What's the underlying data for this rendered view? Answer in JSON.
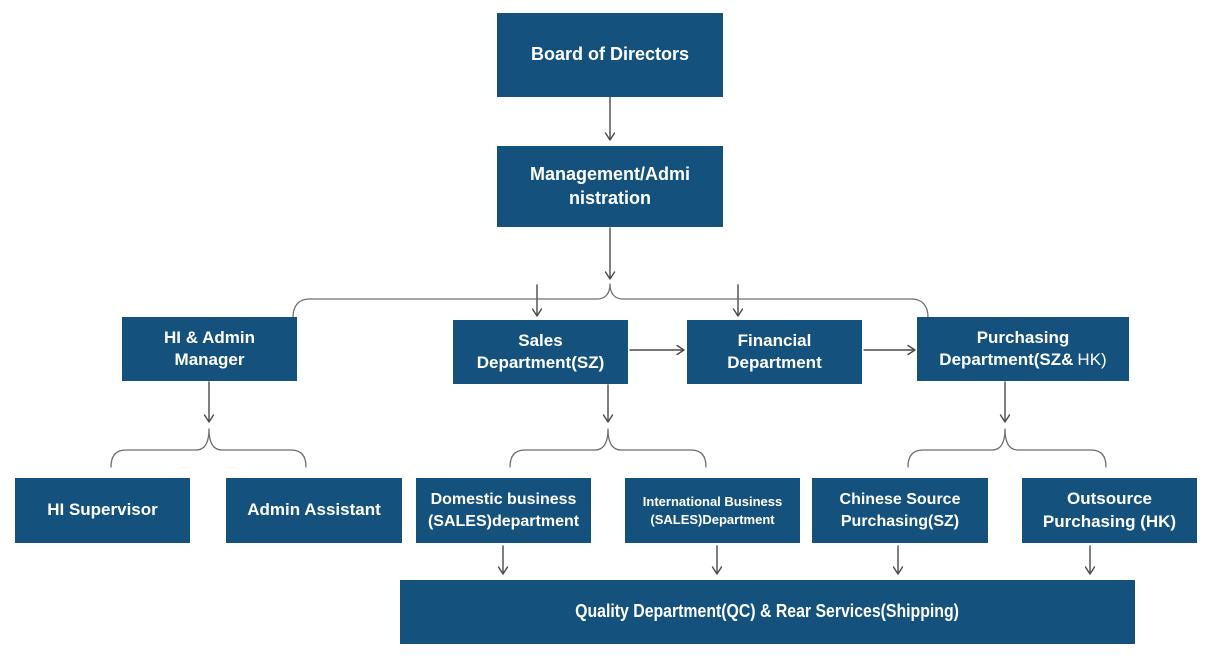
{
  "diagram": {
    "type": "org-chart",
    "colors": {
      "box_fill": "#14527D",
      "box_text": "#FFFFFF",
      "arrow": "#4A4A4A",
      "brace": "#6E6E6E",
      "background": "#FFFFFF"
    },
    "nodes": {
      "board": {
        "label": "Board of Directors"
      },
      "management": {
        "label": "Management/Admi\nnistration"
      },
      "hi_admin_manager": {
        "label": "HI & Admin\nManager"
      },
      "sales": {
        "label": "Sales\nDepartment(SZ)"
      },
      "financial": {
        "label": "Financial\nDepartment"
      },
      "purchasing": {
        "line1": "Purchasing",
        "line2": "Department(SZ&",
        "line2_light": "HK)"
      },
      "hi_supervisor": {
        "label": "HI Supervisor"
      },
      "admin_assistant": {
        "label": "Admin Assistant"
      },
      "domestic": {
        "label": "Domestic business\n(SALES)department"
      },
      "international": {
        "label": "International Business\n(SALES)Department"
      },
      "chinese_source": {
        "label": "Chinese Source\nPurchasing(SZ)"
      },
      "outsource": {
        "label": "Outsource\nPurchasing (HK)"
      },
      "quality": {
        "label": "Quality Department(QC) & Rear Services(Shipping)"
      }
    },
    "edges": [
      {
        "from": "Board of Directors",
        "to": "Management/Administration",
        "type": "arrow-down"
      },
      {
        "from": "Management/Administration",
        "to": "HI & Admin Manager",
        "type": "branch"
      },
      {
        "from": "Management/Administration",
        "to": "Sales Department(SZ)",
        "type": "branch-arrow"
      },
      {
        "from": "Management/Administration",
        "to": "Financial Department",
        "type": "branch-arrow"
      },
      {
        "from": "Management/Administration",
        "to": "Purchasing Department(SZ&HK)",
        "type": "branch"
      },
      {
        "from": "Sales Department(SZ)",
        "to": "Financial Department",
        "type": "arrow-right"
      },
      {
        "from": "Financial Department",
        "to": "Purchasing Department(SZ&HK)",
        "type": "arrow-right"
      },
      {
        "from": "HI & Admin Manager",
        "to": "HI Supervisor",
        "type": "branch"
      },
      {
        "from": "HI & Admin Manager",
        "to": "Admin Assistant",
        "type": "branch"
      },
      {
        "from": "Sales Department(SZ)",
        "to": "Domestic business (SALES)department",
        "type": "branch"
      },
      {
        "from": "Sales Department(SZ)",
        "to": "International Business (SALES)Department",
        "type": "branch"
      },
      {
        "from": "Purchasing Department(SZ&HK)",
        "to": "Chinese Source Purchasing(SZ)",
        "type": "branch"
      },
      {
        "from": "Purchasing Department(SZ&HK)",
        "to": "Outsource Purchasing(HK)",
        "type": "branch"
      },
      {
        "from": "Domestic business (SALES)department",
        "to": "Quality Department(QC) & Rear Services(Shipping)",
        "type": "arrow-down"
      },
      {
        "from": "International Business (SALES)Department",
        "to": "Quality Department(QC) & Rear Services(Shipping)",
        "type": "arrow-down"
      },
      {
        "from": "Chinese Source Purchasing(SZ)",
        "to": "Quality Department(QC) & Rear Services(Shipping)",
        "type": "arrow-down"
      },
      {
        "from": "Outsource Purchasing(HK)",
        "to": "Quality Department(QC) & Rear Services(Shipping)",
        "type": "arrow-down"
      }
    ]
  }
}
